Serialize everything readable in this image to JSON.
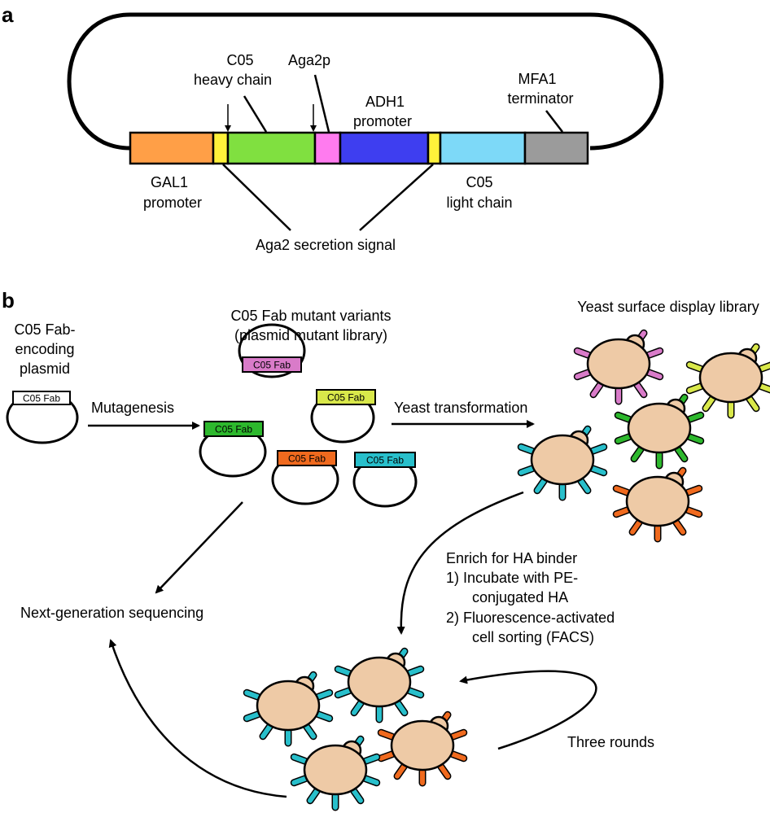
{
  "panel_a": {
    "label": "a",
    "segments": [
      {
        "name": "GAL1 promoter",
        "color": "#FF9F47"
      },
      {
        "name": "Aga2 secretion signal 1",
        "color": "#FFF23A"
      },
      {
        "name": "C05 heavy chain",
        "color": "#80E040"
      },
      {
        "name": "Aga2p",
        "color": "#FF7BEF"
      },
      {
        "name": "ADH1 promoter",
        "color": "#3E3EF0"
      },
      {
        "name": "Aga2 secretion signal 2",
        "color": "#FFF23A"
      },
      {
        "name": "C05 light chain",
        "color": "#7DD9F8"
      },
      {
        "name": "MFA1 terminator",
        "color": "#9B9B9B"
      }
    ],
    "labels": {
      "c05_heavy_1": "C05",
      "c05_heavy_2": "heavy chain",
      "aga2p": "Aga2p",
      "adh1_1": "ADH1",
      "adh1_2": "promoter",
      "mfa1_1": "MFA1",
      "mfa1_2": "terminator",
      "gal1_1": "GAL1",
      "gal1_2": "promoter",
      "c05_light_1": "C05",
      "c05_light_2": "light chain",
      "aga2_signal": "Aga2 secretion signal"
    }
  },
  "panel_b": {
    "label": "b",
    "plasmid_label_1": "C05 Fab-",
    "plasmid_label_2": "encoding",
    "plasmid_label_3": "plasmid",
    "fab_text": "C05 Fab",
    "mutagenesis": "Mutagenesis",
    "variants_1": "C05 Fab mutant variants",
    "variants_2": "(plasmid mutant library)",
    "yeast_transformation": "Yeast transformation",
    "yeast_library": "Yeast surface display library",
    "enrich_1": "Enrich for HA binder",
    "enrich_2": "1)  Incubate with PE-",
    "enrich_3": "conjugated HA",
    "enrich_4": "2)  Fluorescence-activated",
    "enrich_5": "cell sorting (FACS)",
    "ngs": "Next-generation sequencing",
    "three_rounds": "Three rounds"
  },
  "colors": {
    "fab_magenta": "#D97BC9",
    "fab_yellow": "#D9E84A",
    "fab_green": "#2DB82D",
    "fab_orange": "#F06A1E",
    "fab_cyan": "#28BFCB",
    "cell_body": "#EECAA6"
  }
}
